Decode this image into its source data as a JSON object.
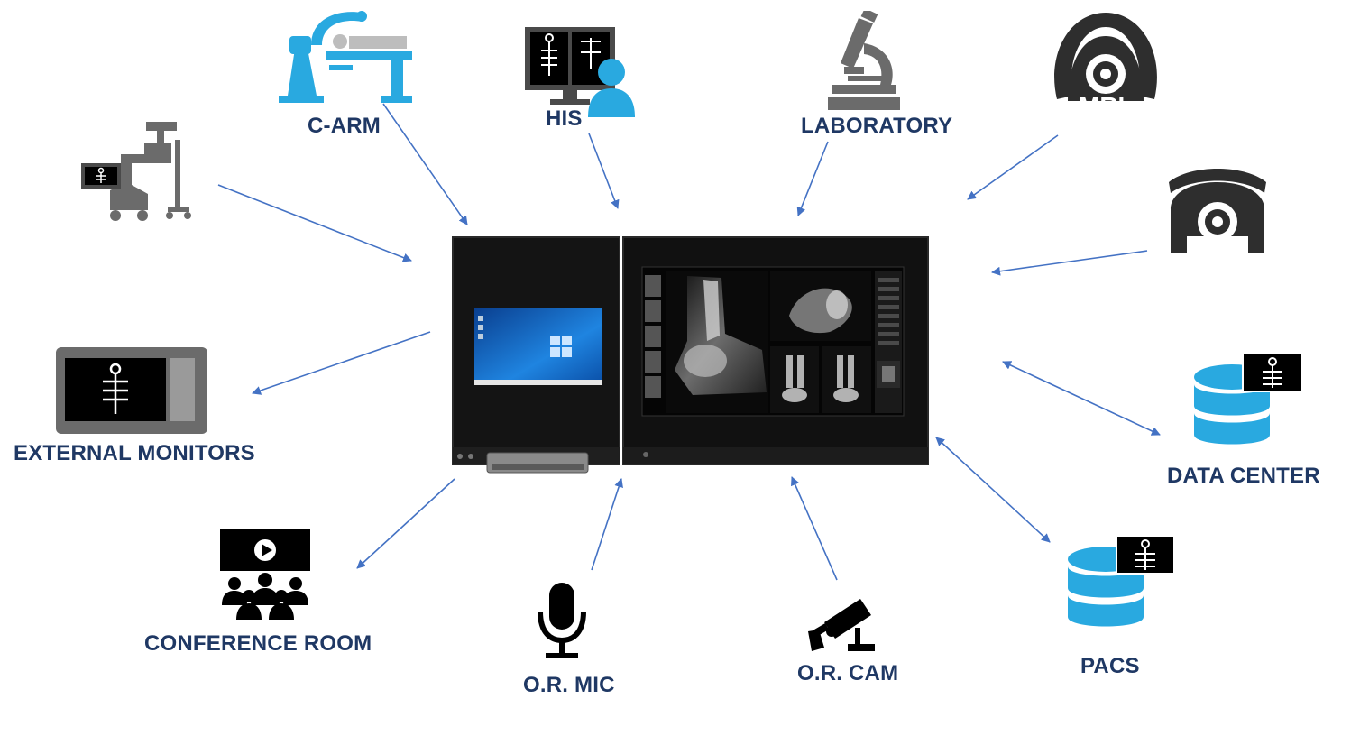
{
  "labels": {
    "c_arm": "C-ARM",
    "his": "HIS",
    "laboratory": "LABORATORY",
    "mri": "MRI",
    "ct": "CT",
    "external_monitors": "EXTERNAL MONITORS",
    "data_center": "DATA CENTER",
    "conference_room": "CONFERENCE ROOM",
    "or_mic": "O.R. MIC",
    "or_cam": "O.R. CAM",
    "pacs": "PACS"
  },
  "colors": {
    "label": "#1f3864",
    "arrow": "#4472c4",
    "cyan": "#29a9e0",
    "dark_grey": "#3a3a3a",
    "grey": "#6b6b6b",
    "black": "#000000"
  },
  "icons": {
    "c_arm": "c-arm-icon",
    "his": "his-workstation-icon",
    "laboratory": "microscope-icon",
    "mri": "mri-scanner-icon",
    "ct": "ct-scanner-icon",
    "ultrasound_cart": "imaging-cart-icon",
    "external_monitors": "external-monitor-icon",
    "data_center": "database-icon",
    "conference_room": "conference-room-icon",
    "or_mic": "microphone-icon",
    "or_cam": "camera-icon",
    "pacs": "database-icon"
  }
}
